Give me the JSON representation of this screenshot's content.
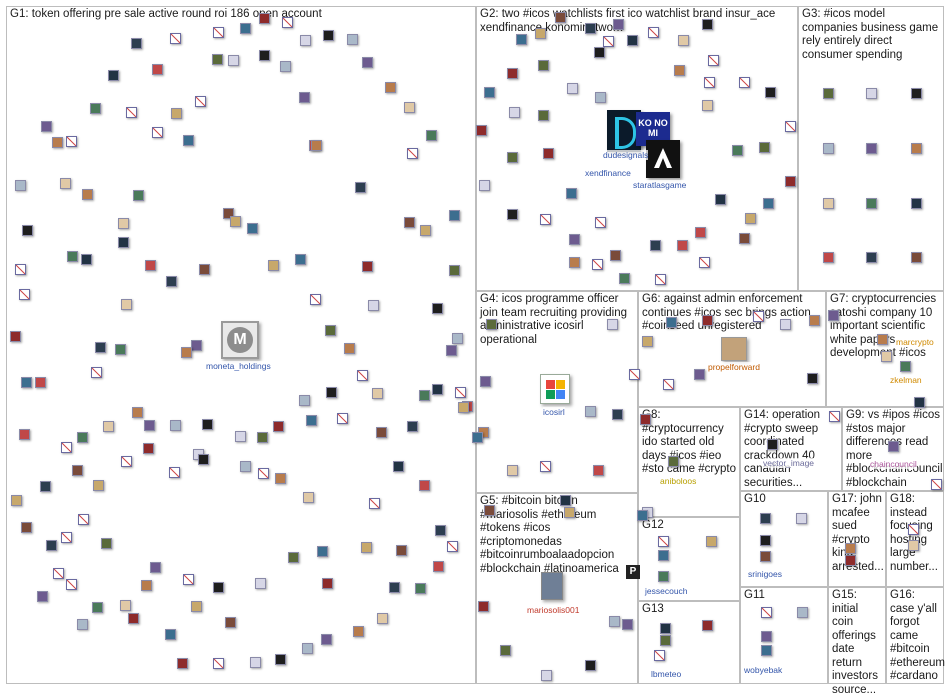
{
  "groups": [
    {
      "id": "G1",
      "title": "G1: token offering pre sale active round roi 186 open account"
    },
    {
      "id": "G2",
      "title": "G2: two #icos watchlists first ico watchlist brand insur_ace xendfinance konominetwork"
    },
    {
      "id": "G3",
      "title": "G3: #icos model companies business game rely entirely direct consumer spending"
    },
    {
      "id": "G4",
      "title": "G4: icos programme officer join team recruiting providing administrative icosirl operational"
    },
    {
      "id": "G5",
      "title": "G5: #bitcoin bitcoin #mariosolis #ethereum #tokens #icos #criptomonedas #bitcoinrumboalaadopcion #blockchain #latinoamerica"
    },
    {
      "id": "G6",
      "title": "G6: against admin enforcement continues #icos sec brings action #coinseed unregistered"
    },
    {
      "id": "G7",
      "title": "G7: cryptocurrencies satoshi company 10 important scientific white papers development #icos"
    },
    {
      "id": "G8",
      "title": "G8: #cryptocurrency ido started old days #icos #ieo #sto came #crypto"
    },
    {
      "id": "G9",
      "title": "G9: vs #ipos #icos #stos major differences read more #blockchaincouncil #blockchain"
    },
    {
      "id": "G10",
      "title": "G10"
    },
    {
      "id": "G11",
      "title": "G11"
    },
    {
      "id": "G12",
      "title": "G12"
    },
    {
      "id": "G13",
      "title": "G13"
    },
    {
      "id": "G14",
      "title": "G14: operation #crypto sweep coordinated crackdown 40 canadian securities..."
    },
    {
      "id": "G15",
      "title": "G15: initial coin offerings date return investors source..."
    },
    {
      "id": "G16",
      "title": "G16: case y'all forgot came #bitcoin #ethereum #cardano"
    },
    {
      "id": "G17",
      "title": "G17: john mcafee sued #crypto king arrested..."
    },
    {
      "id": "G18",
      "title": "G18: instead focusing hosting large number..."
    }
  ],
  "node_labels": {
    "moneta": "moneta_holdings",
    "dudesignals": "dudesignals",
    "xendfinance": "xendfinance",
    "staratlasgame": "staratlasgame",
    "icosirl": "icosirl",
    "propelforward": "propelforward",
    "zkelman": "zkelman",
    "marcrypto": "marcrypto",
    "aniboloos": "aniboloos",
    "vector_image": "vector_image",
    "chaincouncil": "chaincouncil",
    "mariosolis001": "mariosolis001",
    "jessecouch": "jessecouch",
    "lbmeteo": "lbmeteo",
    "srinigoes": "srinigoes",
    "wobyebak": "wobyebak"
  },
  "hub_icons": {
    "moneta_logo": "M",
    "konomi_logo": "KO NO MI",
    "p_badge": "P"
  },
  "colors": {
    "edge": "#b8b8b8",
    "self_loop": "#e8a0a0",
    "label": "#3355aa",
    "moneta_hub": "#8a8a8a",
    "dudesignals_bg": "#0b1a2a",
    "dudesignals_accent": "#2ec4e6",
    "konomi_bg": "#1c2b8f",
    "staratlas_bg": "#111111"
  }
}
